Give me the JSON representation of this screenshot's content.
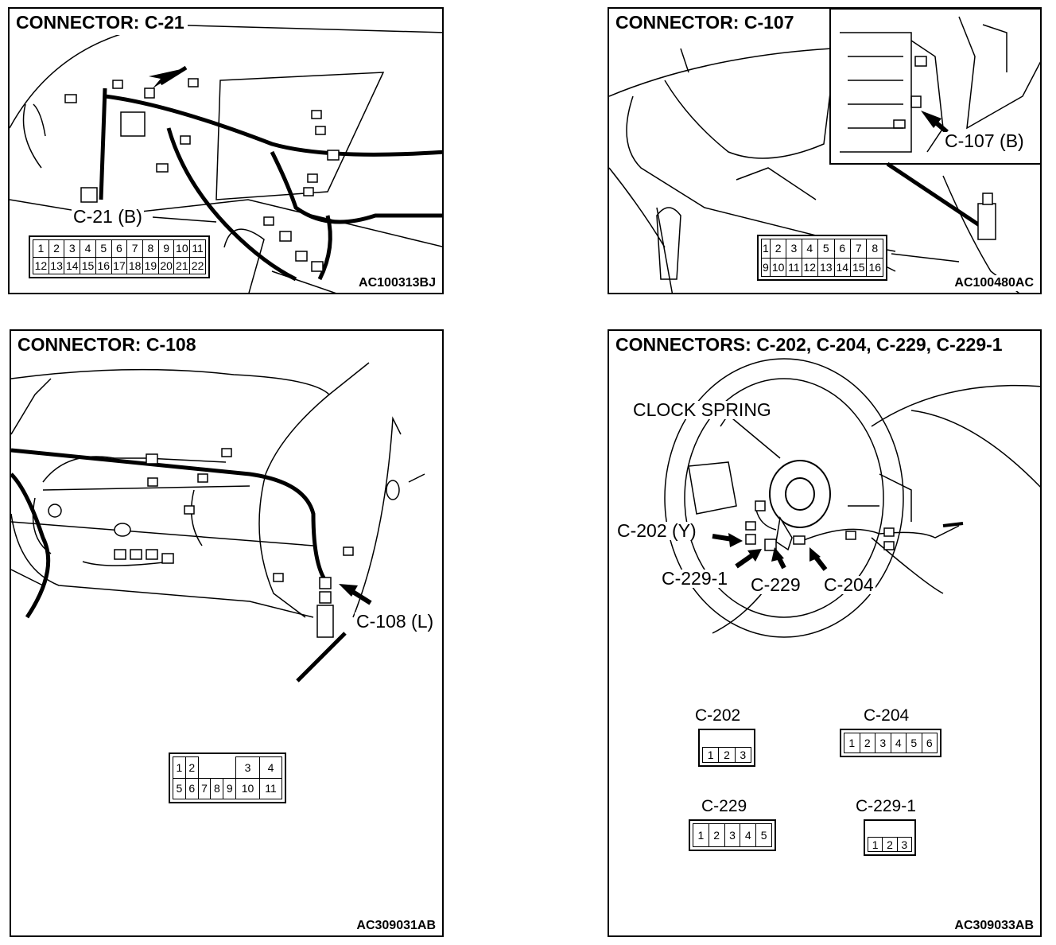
{
  "panels": {
    "c21": {
      "title": "CONNECTOR: C-21",
      "code": "AC100313BJ",
      "callout": "C-21 (B)",
      "rows": [
        [
          "1",
          "2",
          "3",
          "4",
          "5",
          "6",
          "7",
          "8",
          "9",
          "10",
          "11"
        ],
        [
          "12",
          "13",
          "14",
          "15",
          "16",
          "17",
          "18",
          "19",
          "20",
          "21",
          "22"
        ]
      ]
    },
    "c107": {
      "title": "CONNECTOR: C-107",
      "code": "AC100480AC",
      "callout": "C-107 (B)",
      "rows": [
        [
          "1",
          "2",
          "3",
          "4",
          "5",
          "6",
          "7",
          "8"
        ],
        [
          "9",
          "10",
          "11",
          "12",
          "13",
          "14",
          "15",
          "16"
        ]
      ]
    },
    "c108": {
      "title": "CONNECTOR: C-108",
      "code": "AC309031AB",
      "callout": "C-108 (L)",
      "rows": [
        [
          "1",
          "2",
          "",
          "",
          "",
          "",
          "3",
          "4"
        ],
        [
          "5",
          "6",
          "7",
          "8",
          "9",
          "10",
          "11"
        ]
      ]
    },
    "c202": {
      "title": "CONNECTORS: C-202, C-204, C-229, C-229-1",
      "code": "AC309033AB",
      "label_clock_spring": "CLOCK SPRING",
      "callout_202": "C-202 (Y)",
      "callout_2291": "C-229-1",
      "callout_229": "C-229",
      "callout_204": "C-204",
      "conn_202": {
        "name": "C-202",
        "pins": [
          "1",
          "2",
          "3"
        ]
      },
      "conn_204": {
        "name": "C-204",
        "pins": [
          "1",
          "2",
          "3",
          "4",
          "5",
          "6"
        ]
      },
      "conn_229": {
        "name": "C-229",
        "pins": [
          "1",
          "2",
          "3",
          "4",
          "5"
        ]
      },
      "conn_2291": {
        "name": "C-229-1",
        "pins": [
          "1",
          "2",
          "3"
        ]
      }
    }
  }
}
